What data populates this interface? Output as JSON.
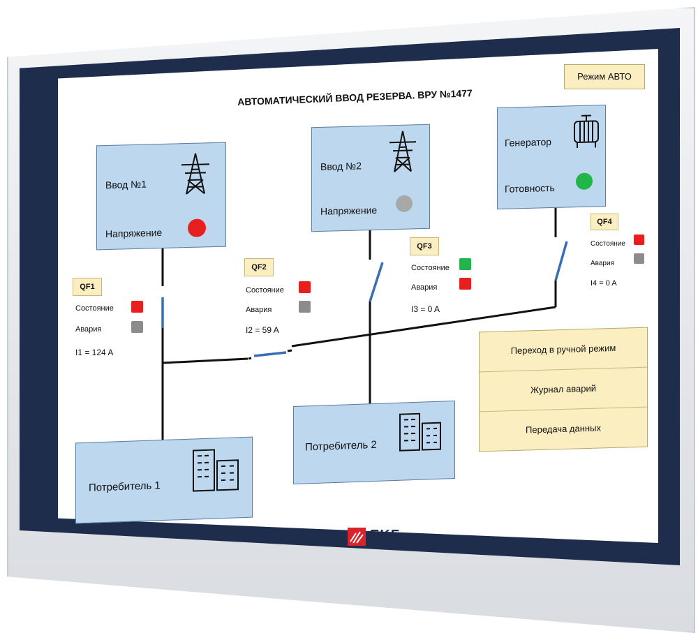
{
  "screen": {
    "title": "АВТОМАТИЧЕСКИЙ ВВОД РЕЗЕРВА. ВРУ №1477",
    "mode": "Режим АВТО"
  },
  "inputs": [
    {
      "label": "Ввод №1",
      "voltage_label": "Напряжение",
      "voltage_color": "#e81f1f"
    },
    {
      "label": "Ввод №2",
      "voltage_label": "Напряжение",
      "voltage_color": "#a8a8a8"
    }
  ],
  "generator": {
    "label": "Генератор",
    "ready_label": "Готовность",
    "ready_color": "#22b54a"
  },
  "breakers": [
    {
      "name": "QF1",
      "state_label": "Состояние",
      "alarm_label": "Авария",
      "current": "I1 = 124 A",
      "state_color": "#e81f1f",
      "alarm_color": "#8c8c8c"
    },
    {
      "name": "QF2",
      "state_label": "Состояние",
      "alarm_label": "Авария",
      "current": "I2 = 59 A",
      "state_color": "#e81f1f",
      "alarm_color": "#8c8c8c"
    },
    {
      "name": "QF3",
      "state_label": "Состояние",
      "alarm_label": "Авария",
      "current": "I3 = 0 A",
      "state_color": "#22b54a",
      "alarm_color": "#e81f1f"
    },
    {
      "name": "QF4",
      "state_label": "Состояние",
      "alarm_label": "Авария",
      "current": "I4 = 0 A",
      "state_color": "#e81f1f",
      "alarm_color": "#8c8c8c"
    }
  ],
  "consumers": [
    {
      "label": "Потребитель 1"
    },
    {
      "label": "Потребитель 2"
    }
  ],
  "menu": [
    {
      "label": "Переход в ручной режим"
    },
    {
      "label": "Журнал аварий"
    },
    {
      "label": "Передача данных"
    }
  ],
  "brand": {
    "name": "EKF",
    "accent": "#d9242b"
  },
  "colors": {
    "box_fill": "#bcd7ee",
    "badge_fill": "#fbeec0",
    "switch_blue": "#3a6db4",
    "bezel": "#1f2d4c"
  }
}
